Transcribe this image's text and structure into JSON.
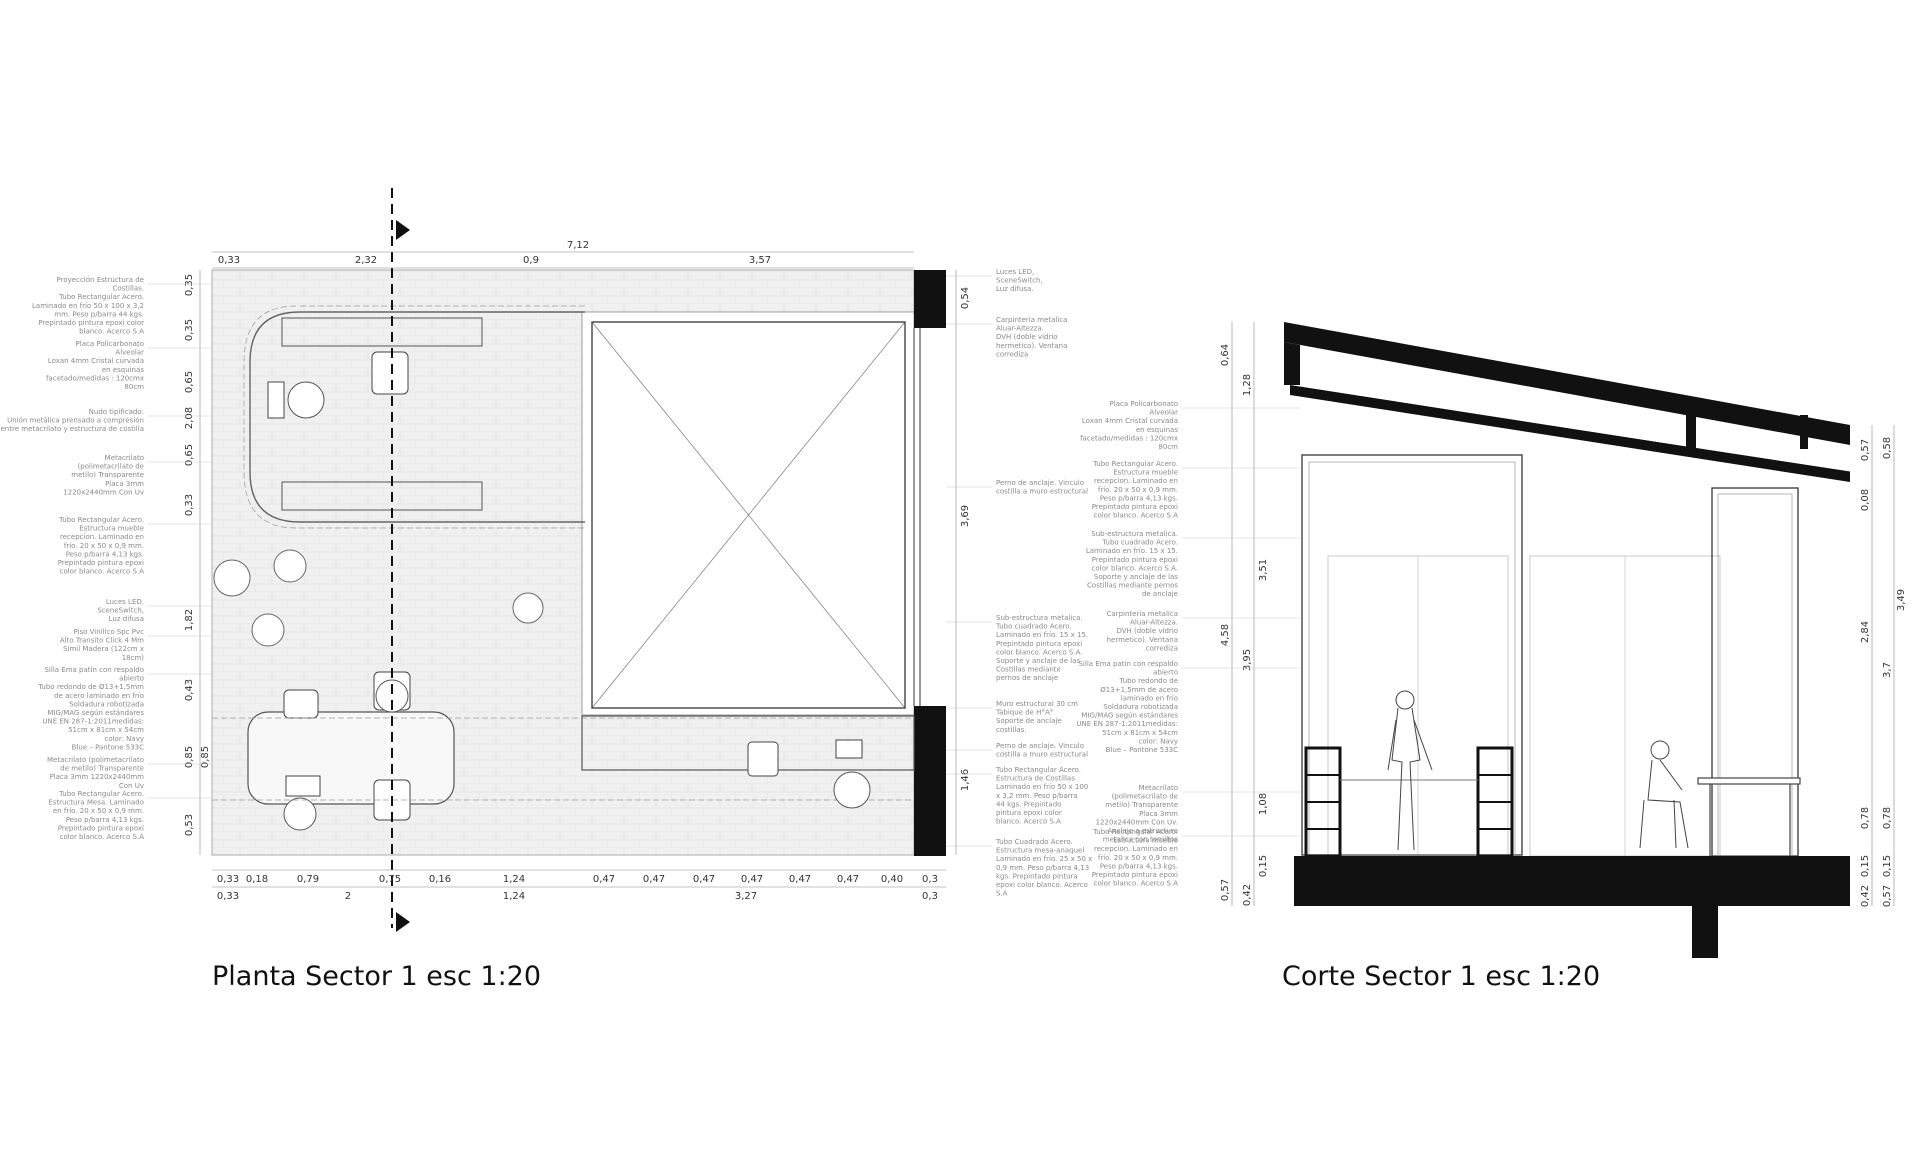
{
  "titles": {
    "plan": "Planta Sector 1 esc 1:20",
    "section": "Corte Sector 1 esc 1:20"
  },
  "plan": {
    "dims_top": [
      "0,33",
      "2,32",
      "0,9",
      "3,57"
    ],
    "dim_total": "7,12",
    "dims_left": [
      "0,35",
      "0,35",
      "0,65",
      "2,08",
      "0,65",
      "0,33",
      "1,82",
      "0,43",
      "0,85",
      "0,85",
      "0,53"
    ],
    "dims_right": [
      "0,54",
      "3,69",
      "1,46"
    ],
    "dims_bottom1": [
      "0,33",
      "0,18",
      "0,79",
      "0,75",
      "0,16",
      "1,24",
      "0,47",
      "0,47",
      "0,47",
      "0,47",
      "0,47",
      "0,47",
      "0,40",
      "0,3"
    ],
    "dims_bottom2": [
      "0,33",
      "2",
      "1,24",
      "3,27",
      "0,3"
    ],
    "notes_left": [
      [
        "Proyección Estructura de",
        "Costillas.",
        "Tubo Rectangular Acero.",
        "Laminado en frío 50 x 100 x 3,2",
        "mm. Peso p/barra 44 kgs.",
        "Prepintado pintura epoxi color",
        "blanco. Acerco S.A"
      ],
      [
        "Placa Policarbonato",
        "Alveolar",
        "Loxan 4mm Cristal curvada",
        "en esquinas",
        "facetado/medidas : 120cmx",
        "80cm"
      ],
      [
        "Nudo tipificado:",
        "Unión metálica prensado a compresión",
        "entre metacrilato y estructura de costilla"
      ],
      [
        "Metacrilato",
        "(polimetacrilato de",
        "metilo) Transparente",
        "Placa 3mm",
        "1220x2440mm Con Uv"
      ],
      [
        "Tubo Rectangular Acero.",
        "Estructura mueble",
        "recepcion. Laminado en",
        "frío. 20 x 50 x 0,9 mm.",
        "Peso p/barra 4,13 kgs.",
        "Prepintado pintura epoxi",
        "color blanco. Acerco S.A"
      ],
      [
        "Luces LED,",
        "SceneSwitch,",
        "Luz difusa"
      ],
      [
        "Piso Vinilico Spc Pvc",
        "Alto Transito Click 4 Mm",
        "Simil Madera (122cm x",
        "18cm)"
      ],
      [
        "Silla Ema patín con respaldo",
        "abierto",
        "Tubo redondo de Ø13+1,5mm",
        "de acero laminado en frío",
        "Soldadura robotizada",
        "MIG/MAG según estándares",
        "UNE EN 287-1:2011medidas:",
        "51cm x 81cm x 54cm",
        "color: Navy",
        "Blue – Pantone 533C"
      ],
      [
        "Metacrilato (polimetacrilato",
        "de metilo) Transparente",
        "Placa 3mm 1220x2440mm",
        "Con Uv"
      ],
      [
        "Tubo Rectangular Acero.",
        "Estructura Mesa. Laminado",
        "en frío. 20 x 50 x 0,9 mm.",
        "Peso p/barra 4,13 kgs.",
        "Prepintado pintura epoxi",
        "color blanco. Acerco S.A"
      ]
    ],
    "notes_right": [
      [
        "Luces LED,",
        "SceneSwitch,",
        "Luz difusa."
      ],
      [
        "Carpinteria metalica",
        "Aluar-Altezza.",
        "DVH (doble vidrio",
        "hermetico). Ventana",
        "corrediza"
      ],
      [
        "Perno de anclaje. Vinculo",
        "costilla a muro estructural"
      ],
      [
        "Sub-estructura metalica.",
        "Tubo cuadrado Acero.",
        "Laminado en frío. 15 x 15.",
        "Prepintado pintura epoxi",
        "color blanco. Acerco S.A.",
        "Soporte y anclaje de las",
        "Costillas mediante",
        "pernos de anclaje"
      ],
      [
        "Muro estructural 30 cm",
        "Tabique de H°A°",
        "Soporte de anclaje",
        "costillas."
      ],
      [
        "Perno de anclaje. Vinculo",
        "costilla a muro estructural"
      ],
      [
        "Tubo Rectangular Acero.",
        "Estructura de Costillas.",
        "Laminado en frío 50 x 100",
        "x 3,2 mm. Peso p/barra",
        "44 kgs. Prepintado",
        "pintura epoxi color",
        "blanco. Acerco S.A"
      ],
      [
        "Tubo Cuadrado Acero.",
        "Estructura mesa-anaquel",
        "Laminado en frío. 25 x 50 x",
        "0,9 mm. Peso p/barra 4,13",
        "kgs. Prepintado pintura",
        "epoxi color blanco. Acerco",
        "S.A"
      ]
    ]
  },
  "section": {
    "dims_left_outer": [
      "0,64",
      "4,58",
      "0,57",
      "0,42"
    ],
    "dims_left_inner": [
      "1,28",
      "3,51",
      "3,95",
      "1,08",
      "0,15"
    ],
    "dims_right_inner": [
      "0,57",
      "0,08",
      "2,84",
      "0,78",
      "0,15",
      "0,42"
    ],
    "dims_right_outer": [
      "0,58",
      "3,49",
      "3,7",
      "0,78",
      "0,15",
      "0,57"
    ],
    "notes": [
      [
        "Placa Policarbonato",
        "Alveolar",
        "Loxan 4mm Cristal curvada",
        "en esquinas",
        "facetado/medidas : 120cmx",
        "80cm"
      ],
      [
        "Tubo Rectangular Acero.",
        "Estructura mueble",
        "recepcion. Laminado en",
        "frío. 20 x 50 x 0,9 mm.",
        "Peso p/barra 4,13 kgs.",
        "Prepintado pintura epoxi",
        "color blanco. Acerco S.A"
      ],
      [
        "Sub-estructura metalica.",
        "Tubo cuadrado Acero.",
        "Laminado en frío. 15 x 15.",
        "Prepintado pintura epoxi",
        "color blanco. Acerco S.A.",
        "Soporte y anclaje de las",
        "Costillas mediante pernos",
        "de anclaje"
      ],
      [
        "Carpinteria metalica",
        "Aluar-Altezza.",
        "DVH (doble vidrio",
        "hermetico). Ventana",
        "corrediza"
      ],
      [
        "Silla Ema patín con respaldo",
        "abierto",
        "Tubo redondo de",
        "Ø13+1,5mm de acero",
        "laminado en frío",
        "Soldadura robotizada",
        "MIG/MAG según estándares",
        "UNE EN 287-1:2011medidas:",
        "51cm x 81cm x 54cm",
        "color: Navy",
        "Blue – Pantone 533C"
      ],
      [
        "Metacrilato",
        "(polimetacrilato de",
        "metilo) Transparente",
        "Placa 3mm",
        "1220x2440mm Con Uv.",
        "Anclaje a estructura",
        "metalica con tornillos"
      ],
      [
        "Tubo Rectangular Acero.",
        "Estructura mueble",
        "recepcion. Laminado en",
        "frío. 20 x 50 x 0,9 mm.",
        "Peso p/barra 4,13 kgs.",
        "Prepintado pintura epoxi",
        "color blanco. Acerco S.A"
      ]
    ]
  }
}
